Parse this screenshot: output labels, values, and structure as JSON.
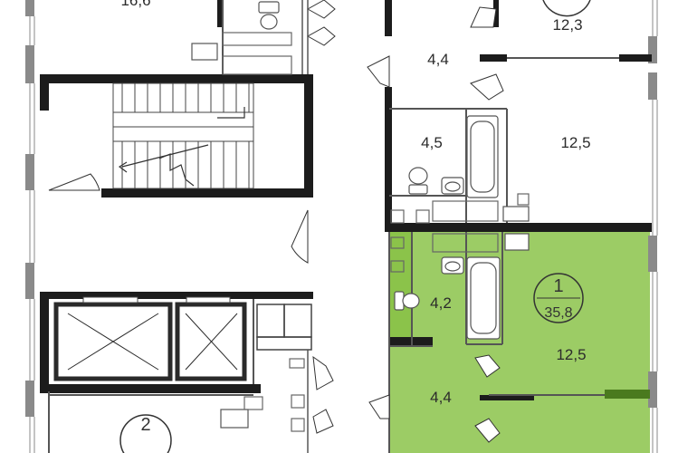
{
  "colors": {
    "wall": "#1c1c1c",
    "wall_gray": "#8a8a8a",
    "fixture": "#777777",
    "highlight": "#8bc34a",
    "highlight_fill": "#9ccc65",
    "highlight_accent": "#4a7a1e"
  },
  "rooms": {
    "top_left_area": "16,6",
    "top_right_area": "12,3",
    "hall_top": "4,4",
    "bath_top": "4,5",
    "room_mid": "12,5",
    "bath_apt1": "4,2",
    "room_apt1": "12,5",
    "hall_apt1": "4,4"
  },
  "apartment_1": {
    "number": "1",
    "area": "35,8"
  },
  "apartment_2": {
    "number": "2"
  },
  "icons": [
    "stairs-icon",
    "elevator-icon",
    "toilet-icon",
    "bathtub-icon",
    "sink-icon",
    "door-swing-icon",
    "window-icon"
  ]
}
